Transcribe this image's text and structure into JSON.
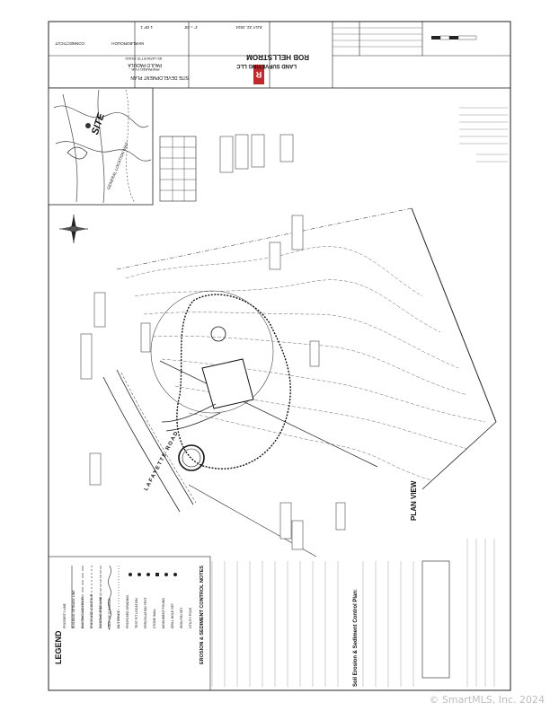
{
  "title_block": {
    "company_name": "ROB HELLSTROM",
    "company_sub": "LAND SURVEYING LLC",
    "project_title": "SITE DEVELOPMENT PLAN",
    "prepared_for": "- PREPARED FOR -",
    "client": "PAULO PADULA",
    "address": "85 LAFAYETTE ROAD",
    "town": "MARLBOROUGH",
    "state": "CONNECTICUT",
    "date": "JULY 22, 2024",
    "scale": "1\" = 20'",
    "sheet": "1 OF 1"
  },
  "labels": {
    "location_map": "GENERAL LOCATION MAP",
    "site": "SITE",
    "plan_view": "PLAN VIEW",
    "road_name": "LAFAYETTE ROAD",
    "legend_title": "LEGEND",
    "erosion_title": "EROSION & SEDIMENT CONTROL NOTES",
    "soil_title": "Soil Erosion & Sediment Control Plan:"
  },
  "legend_items": [
    "PROPERTY LINE",
    "BUILDING SETBACK LINE",
    "EXISTING CONTOUR",
    "PROPOSED CONTOUR",
    "EXISTING TREE LINE",
    "LIMIT OF CLEARING",
    "SILT FENCE",
    "PROPOSED GRADING",
    "TEST PIT LOCATION",
    "PERCOLATION TEST",
    "STONE WALL",
    "MONUMENT FOUND",
    "DRILL HOLE SET",
    "IRON PIN SET",
    "UTILITY POLE"
  ],
  "watermark": "© SmartMLS, Inc. 2024"
}
